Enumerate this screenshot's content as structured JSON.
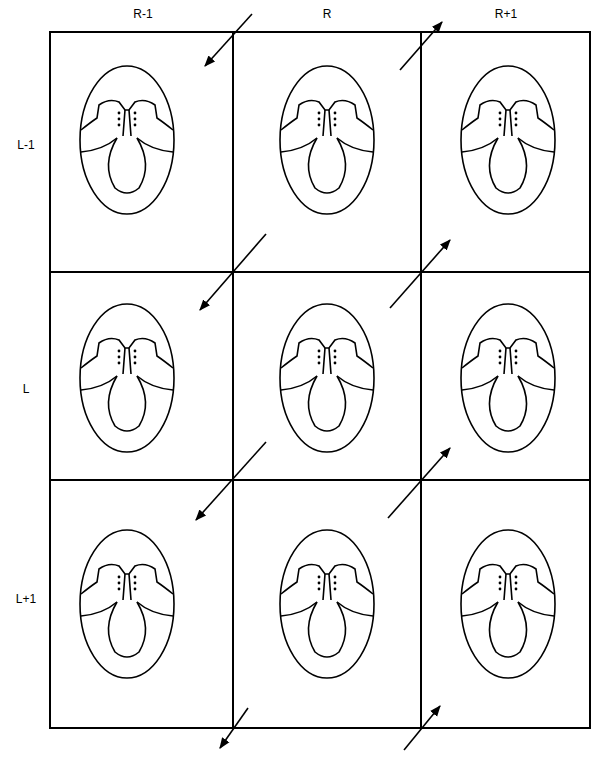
{
  "diagram": {
    "labels": [
      "R-1",
      "R",
      "R+1",
      "L-1",
      "L",
      "L+1"
    ]
  }
}
